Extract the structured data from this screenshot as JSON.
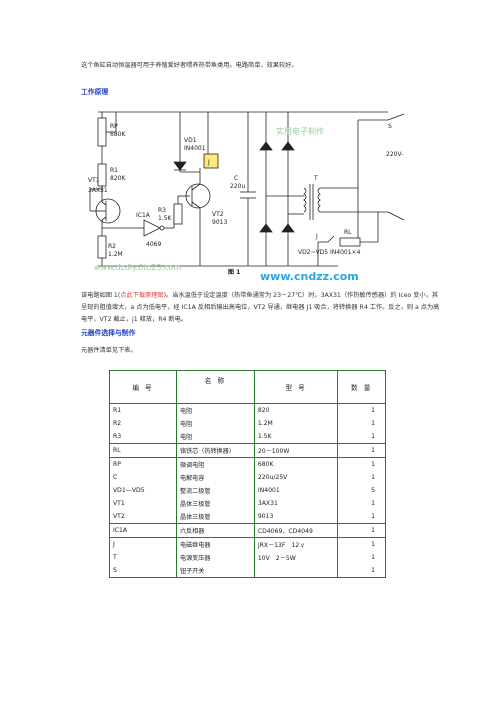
{
  "intro": "这个鱼缸自动恒温器可用于养殖爱好者喂养热带鱼类用。电路简单，效果较好。",
  "section_principle": "工作原理",
  "circuit": {
    "labels": {
      "rp": "RP",
      "rp_val": "680K",
      "r1": "R1",
      "r1_val": "820K",
      "vt1": "VT1",
      "vt1_val": "3AX31",
      "r2": "R2",
      "r2_val": "1.2M",
      "ic": "IC1A",
      "ic_val": "4069",
      "r3": "R3",
      "r3_val": "1.5K",
      "vt2": "VT2",
      "vt2_val": "9013",
      "vd1": "VD1",
      "vd1_val": "IN4001",
      "j": "J",
      "j2": "J",
      "c": "C",
      "c_val": "220u",
      "t": "T",
      "s": "S",
      "v220": "220V-",
      "rl": "RL",
      "vd_bridge": "VD2~VD5  IN4001×4",
      "fig": "图 1",
      "wm1": "实用电子制作",
      "wm2": "www.dzdiy.6to23.com",
      "wm3": "www.cndzz.com"
    }
  },
  "para": {
    "before": "该电路如图 1(",
    "link": "点此下载原理图",
    "after": ")。当水温低于设定温度（热带鱼通常为 23－27℃）时，3AX31（作热敏传感器）的 Iceo 变小，其呈现的阻值增大，a 点为低电平，经 IC1A 反相后输出高电位，VT2 导通，继电器 J1 吸合，将转换器 R4 工作。反之，则 a 点为高电平，VT2 截止，j1 释放，R4 断电。"
  },
  "section_parts": "元器件选择与制作",
  "parts_intro": "元器件清单见下表。",
  "table": {
    "headers": [
      "编  号",
      "名  称",
      "型  号",
      "数  量"
    ],
    "groups": [
      [
        [
          "R1",
          "电阻",
          "820",
          "1"
        ],
        [
          "R2",
          "电阻",
          "1.2M",
          "1"
        ],
        [
          "R3",
          "电阻",
          "1.5K",
          "1"
        ]
      ],
      [
        [
          "RL",
          "铬铁芯（热转换器）",
          "20－100W",
          "1"
        ]
      ],
      [
        [
          "RP",
          "微调电阻",
          "680K",
          "1"
        ],
        [
          "C",
          "电解电容",
          "220u/25V",
          "1"
        ],
        [
          "VD1—VD5",
          "整流二极管",
          "IN4001",
          "5"
        ],
        [
          "VT1",
          "晶体三极管",
          "3AX31",
          "1"
        ],
        [
          "VT2",
          "晶体三极管",
          "9013",
          "1"
        ]
      ],
      [
        [
          "IC1A",
          "六反相器",
          "CD4069．CD4049",
          "1"
        ]
      ],
      [
        [
          "J",
          "电磁继电器",
          "JRX－13F　12ｖ",
          "1"
        ],
        [
          "T",
          "电源变压器",
          "10V　2－5W",
          "1"
        ],
        [
          "S",
          "钮子开关",
          "",
          "1"
        ]
      ]
    ]
  },
  "colors": {
    "heading": "#1f3fbf",
    "link": "#e04040",
    "table_border": "#2a7a2a",
    "watermark_green": "#9acd9a",
    "watermark_blue": "#29a8e0"
  }
}
